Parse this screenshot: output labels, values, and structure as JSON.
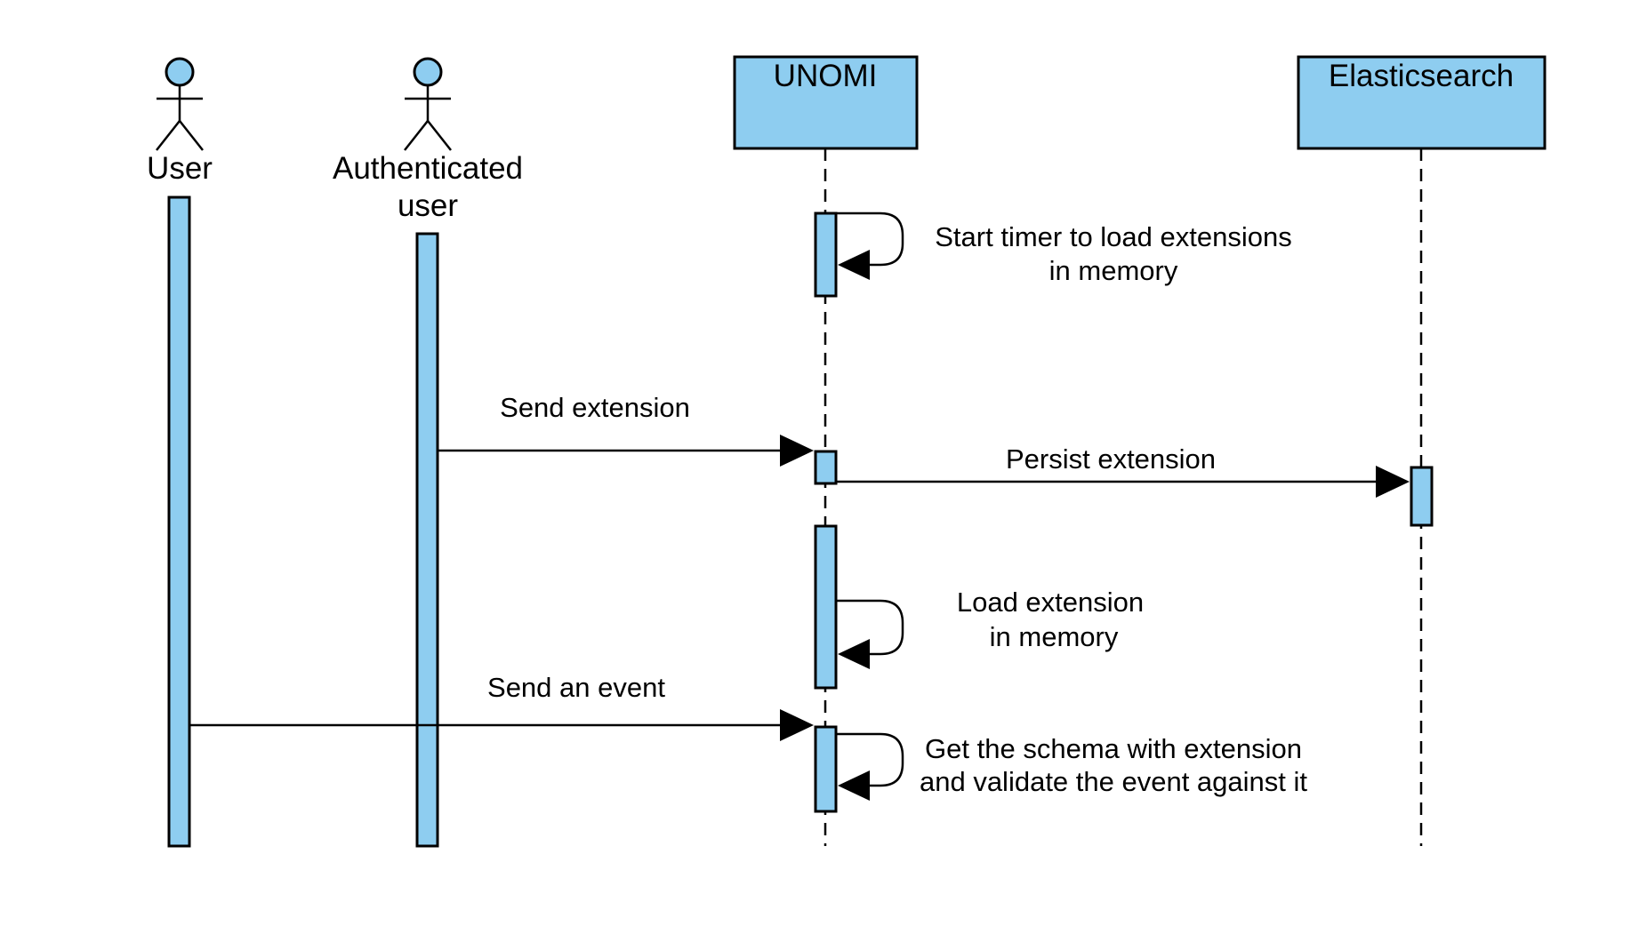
{
  "colors": {
    "fill": "#8ecdf0",
    "stroke": "#000000",
    "background": "#ffffff"
  },
  "participants": {
    "user": {
      "label": "User",
      "kind": "actor"
    },
    "auth_user": {
      "label_line1": "Authenticated",
      "label_line2": "user",
      "kind": "actor"
    },
    "unomi": {
      "label": "UNOMI",
      "kind": "box"
    },
    "elasticsearch": {
      "label": "Elasticsearch",
      "kind": "box"
    }
  },
  "messages": {
    "start_timer": {
      "line1": "Start timer to load extensions",
      "line2": "in memory",
      "from": "UNOMI",
      "to": "UNOMI"
    },
    "send_extension": {
      "label": "Send extension",
      "from": "Authenticated user",
      "to": "UNOMI"
    },
    "persist_extension": {
      "label": "Persist extension",
      "from": "UNOMI",
      "to": "Elasticsearch"
    },
    "load_extension": {
      "line1": "Load extension",
      "line2": "in memory",
      "from": "UNOMI",
      "to": "UNOMI"
    },
    "send_event": {
      "label": "Send an event",
      "from": "User",
      "to": "UNOMI"
    },
    "validate_event": {
      "line1": "Get the schema with extension",
      "line2": "and validate the event against it",
      "from": "UNOMI",
      "to": "UNOMI"
    }
  }
}
